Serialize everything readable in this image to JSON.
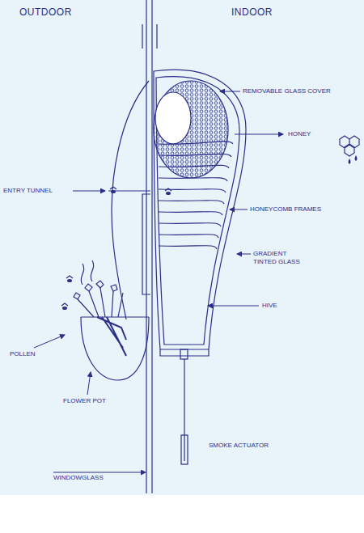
{
  "diagram": {
    "labels": [
      "OUTDOOR",
      "INDOOR",
      "REMOVABLE GLASS COVER",
      "HONEY",
      "ENTRY TUNNEL",
      "HONEYCOMB FRAMES",
      "GRADIENT TINTED GLASS",
      "HIVE",
      "POLLEN",
      "FLOWER POT",
      "SMOKE ACTUATOR",
      "WINDOWGLASS"
    ]
  }
}
